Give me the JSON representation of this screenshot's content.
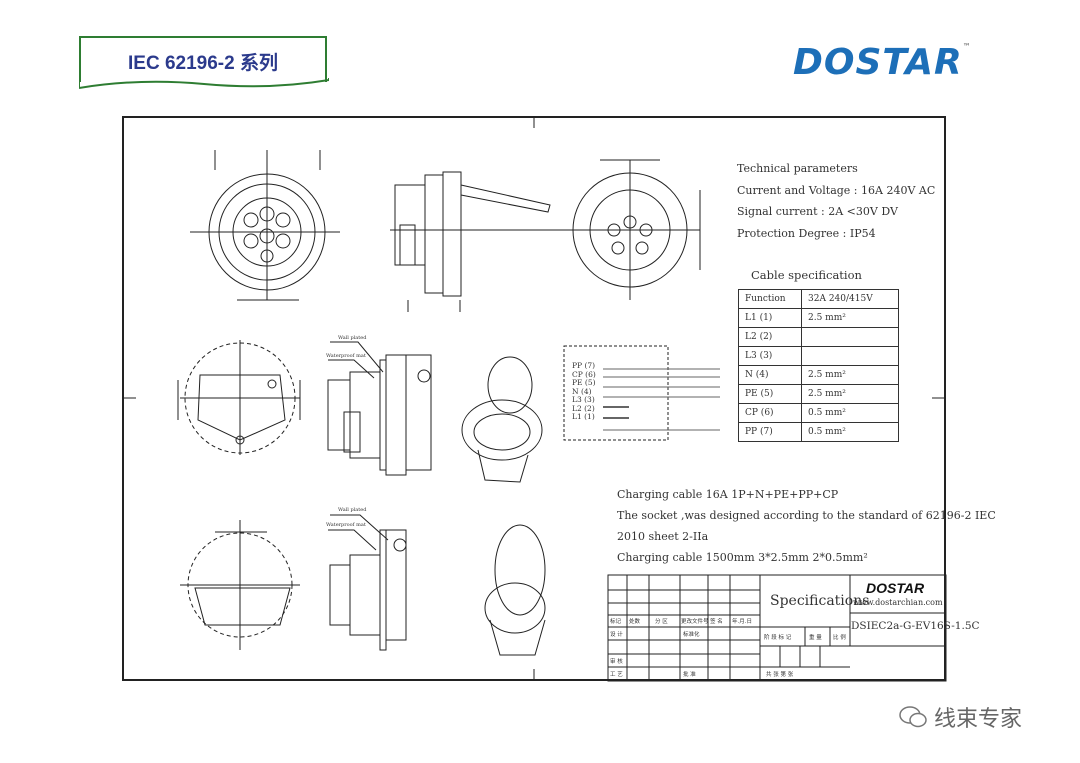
{
  "header": {
    "title": "IEC 62196-2 系列",
    "logo_text": "DOSTAR",
    "logo_tm": "™",
    "colors": {
      "title_text": "#2b3a8c",
      "title_border": "#2e7d32",
      "logo_blue": "#1d6fb8",
      "logo_green": "#3aa845"
    }
  },
  "drawing": {
    "technical_parameters": {
      "heading": "Technical parameters",
      "current_voltage": "Current and Voltage : 16A 240V AC",
      "signal_current": "Signal current : 2A  <30V DV",
      "protection": "Protection Degree : IP54"
    },
    "cable_specification": {
      "heading": "Cable specification",
      "header": [
        "Function",
        "32A  240/415V"
      ],
      "rows": [
        [
          "L1  (1)",
          "2.5    mm²"
        ],
        [
          "L2  (2)",
          ""
        ],
        [
          "L3  (3)",
          ""
        ],
        [
          "N   (4)",
          "2.5    mm²"
        ],
        [
          "PE  (5)",
          "2.5    mm²"
        ],
        [
          "CP  (6)",
          "0.5    mm²"
        ],
        [
          "PP  (7)",
          "0.5    mm²"
        ]
      ]
    },
    "wire_labels": [
      "PP (7)",
      "CP (6)",
      "PE (5)",
      "N  (4)",
      "L3 (3)",
      "L2 (2)",
      "L1 (1)"
    ],
    "callouts": {
      "wall_plated": "Wall plated",
      "waterproof_mat": "Waterproof mat"
    },
    "notes": {
      "line1": "Charging cable      16A 1P+N+PE+PP+CP",
      "line2": "The socket ,was designed according to the standard of 62196-2 IEC",
      "line3": "2010 sheet 2-IIa",
      "line4": "Charging cable 1500mm  3*2.5mm 2*0.5mm²"
    },
    "title_block": {
      "title": "Specifications",
      "company_logo": "DOSTAR",
      "url": "www.dostarchian.com",
      "drawing_number": "DSIEC2a-G-EV16S-1.5C",
      "labels": [
        "标记",
        "处数",
        "分 区",
        "更改文件号",
        "签 名",
        "年.月.日",
        "设 计",
        "标准化",
        "审 核",
        "工 艺",
        "批 准",
        "阶 段 标 记",
        "重 量",
        "比 例",
        "共  张  第  张"
      ]
    }
  },
  "watermark": {
    "text": "线束专家",
    "icon": "wechat-icon"
  }
}
